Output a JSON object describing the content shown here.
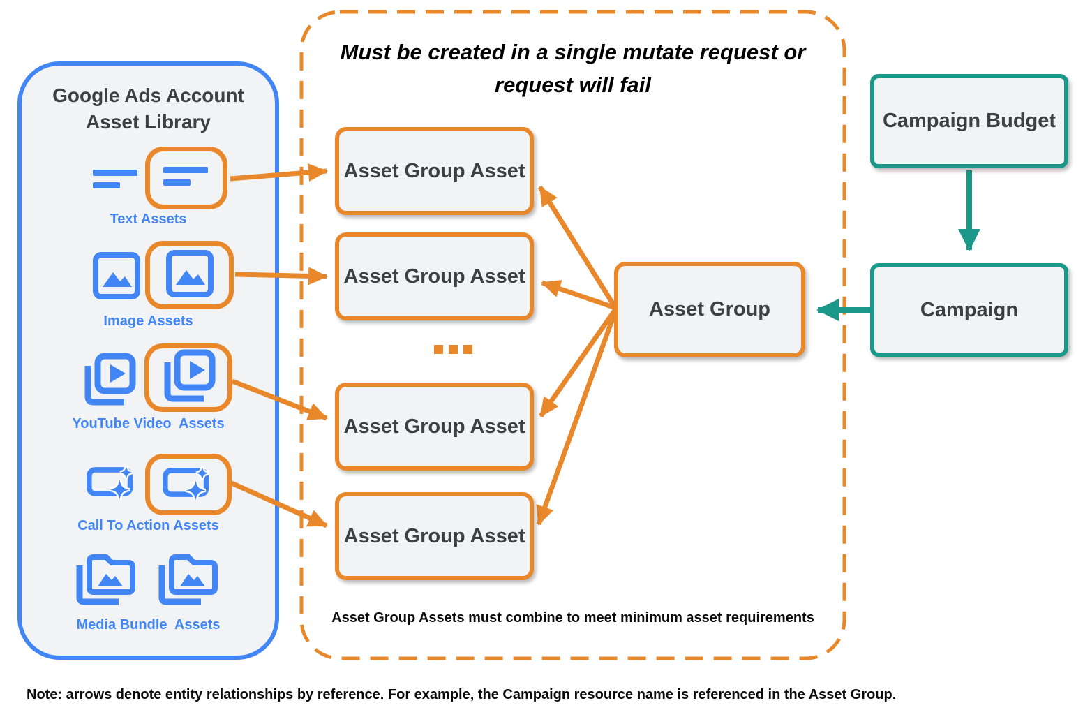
{
  "asset_library": {
    "title": "Google Ads Account Asset Library",
    "items": [
      {
        "label": "Text Assets",
        "icon": "text-asset-icon",
        "highlighted": true
      },
      {
        "label": "Image Assets",
        "icon": "image-asset-icon",
        "highlighted": true
      },
      {
        "label": "YouTube Video  Assets",
        "icon": "youtube-video-asset-icon",
        "highlighted": true
      },
      {
        "label": "Call To Action Assets",
        "icon": "call-to-action-asset-icon",
        "highlighted": true
      },
      {
        "label": "Media Bundle  Assets",
        "icon": "media-bundle-asset-icon",
        "highlighted": false
      }
    ]
  },
  "mutate_group": {
    "title": "Must be created in a single mutate request or request will fail",
    "boxes": [
      {
        "label": "Asset Group Asset"
      },
      {
        "label": "Asset Group Asset"
      },
      {
        "label": "Asset Group Asset"
      },
      {
        "label": "Asset Group Asset"
      }
    ],
    "ellipsis": "...",
    "asset_group_label": "Asset Group",
    "footnote": "Asset Group Assets must combine to meet minimum asset requirements"
  },
  "campaign_section": {
    "campaign_budget_label": "Campaign Budget",
    "campaign_label": "Campaign"
  },
  "bottom_note": "Note: arrows denote entity relationships by reference. For example, the Campaign resource name is referenced in the Asset Group.",
  "colors": {
    "blue": "#4285F4",
    "orange": "#E8882B",
    "teal": "#1B9889",
    "box_fill": "#F1F3F4",
    "text_dark": "#3C4043"
  }
}
